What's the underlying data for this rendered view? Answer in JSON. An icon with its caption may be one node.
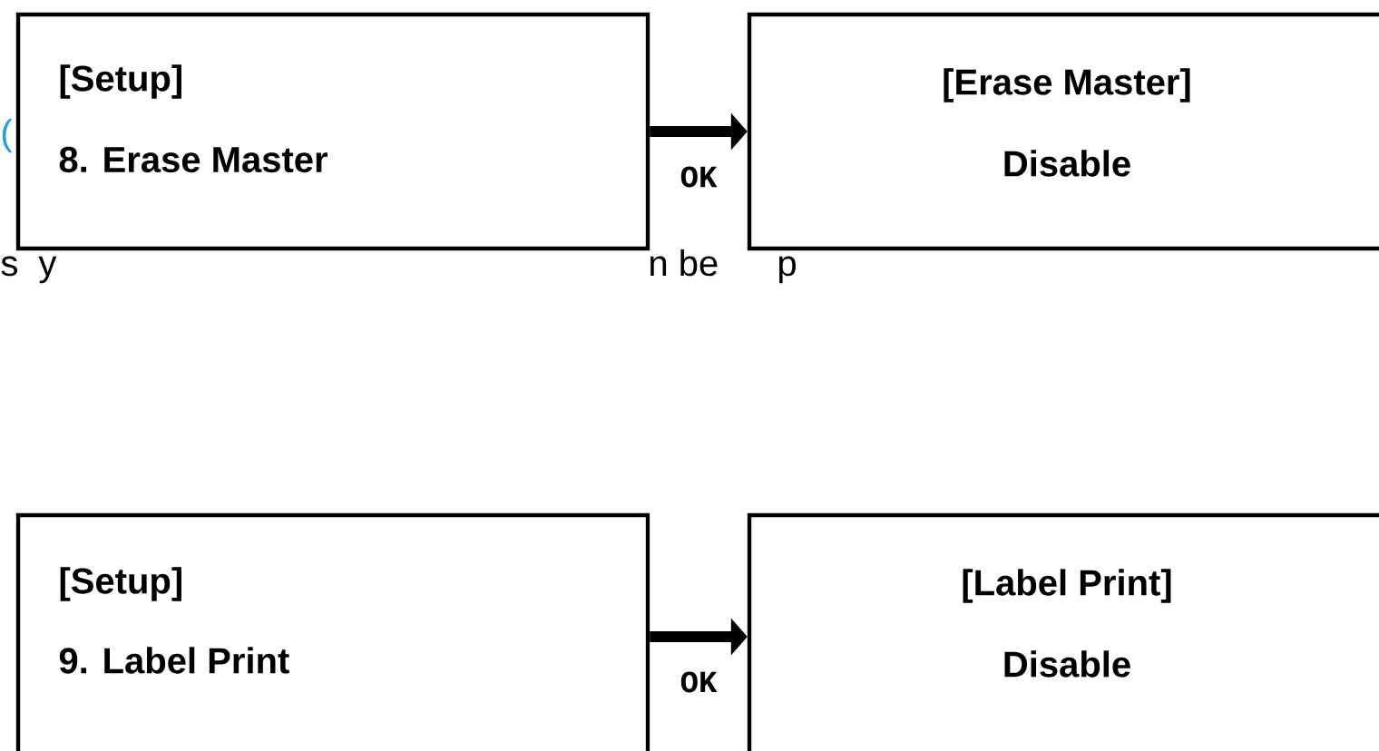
{
  "diagram": {
    "nodes": [
      {
        "text": [
          "[Setup]",
          "8. Erase Master"
        ]
      },
      {
        "text": [
          "[Erase Master]",
          "Disable"
        ]
      },
      {
        "text": [
          "[Setup]",
          "9. Label Print"
        ]
      },
      {
        "text": [
          "[Label Print]",
          "Disable"
        ]
      }
    ],
    "edges": [
      {
        "from": 0,
        "to": 1,
        "arrow": "to",
        "label": "OK"
      },
      {
        "from": 2,
        "to": 3,
        "arrow": "to",
        "label": "OK"
      }
    ],
    "labels": [
      "(",
      "s",
      "y",
      "n be",
      "p"
    ]
  }
}
